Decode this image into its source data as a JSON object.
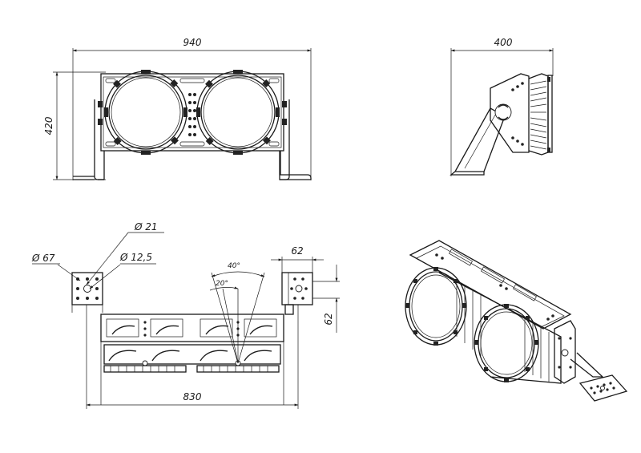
{
  "dimensions": {
    "front_width": "940",
    "front_height": "420",
    "side_depth": "400",
    "bottom_width": "830",
    "bracket_width": "62",
    "bracket_height": "62",
    "diam_large": "Ø 67",
    "diam_mid": "Ø 21",
    "diam_small": "Ø 12,5",
    "angle_wide": "40°",
    "angle_narrow": "20°"
  },
  "colors": {
    "line": "#1a1a1a",
    "background": "#ffffff"
  }
}
